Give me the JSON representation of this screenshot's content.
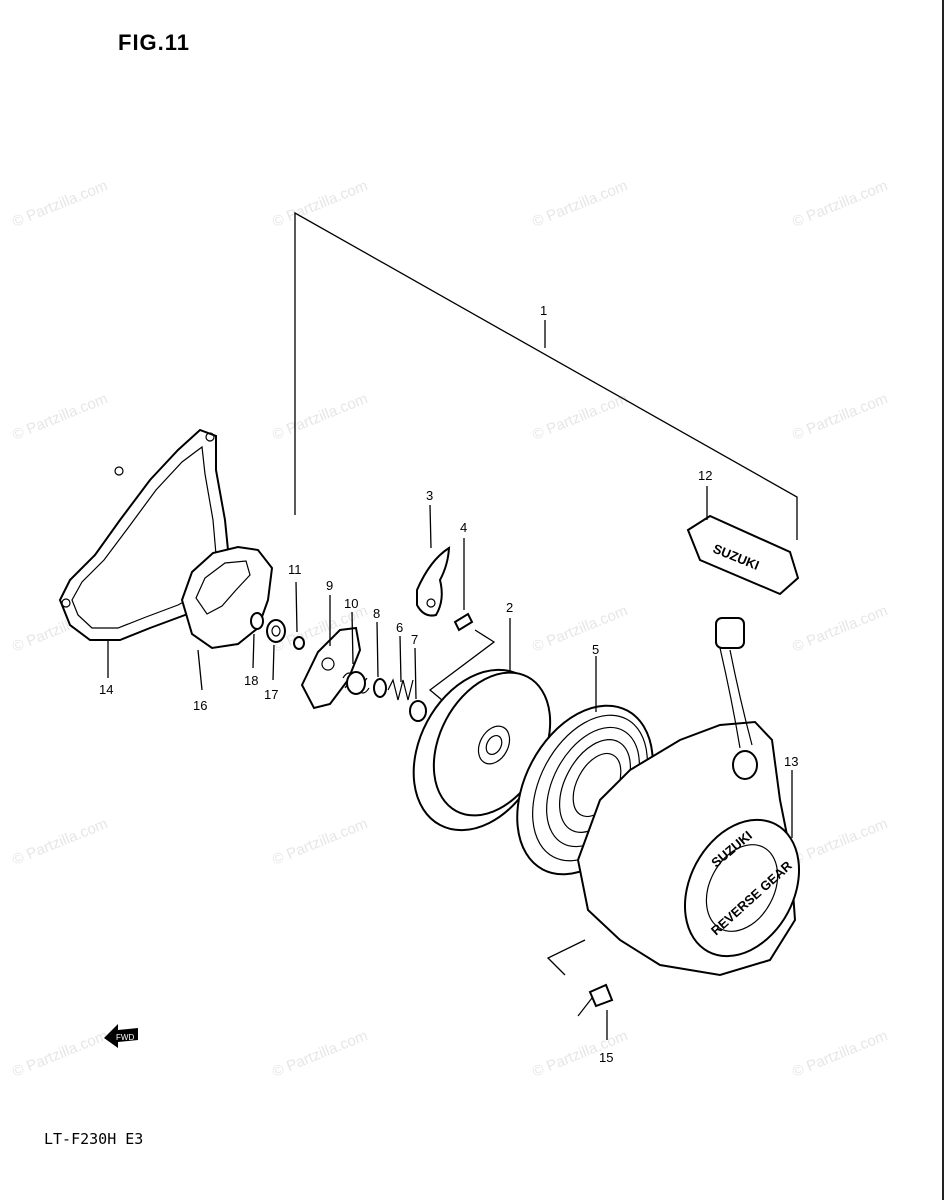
{
  "figure": {
    "title": "FIG.11",
    "model": "LT-F230H  E3"
  },
  "watermark": "© Partzilla.com",
  "callouts": [
    {
      "id": "1",
      "label": "1"
    },
    {
      "id": "2",
      "label": "2"
    },
    {
      "id": "3",
      "label": "3"
    },
    {
      "id": "4",
      "label": "4"
    },
    {
      "id": "5",
      "label": "5"
    },
    {
      "id": "6",
      "label": "6"
    },
    {
      "id": "7",
      "label": "7"
    },
    {
      "id": "8",
      "label": "8"
    },
    {
      "id": "9",
      "label": "9"
    },
    {
      "id": "10",
      "label": "10"
    },
    {
      "id": "11",
      "label": "11"
    },
    {
      "id": "12",
      "label": "12"
    },
    {
      "id": "13",
      "label": "13"
    },
    {
      "id": "14",
      "label": "14"
    },
    {
      "id": "15",
      "label": "15"
    },
    {
      "id": "16",
      "label": "16"
    },
    {
      "id": "17",
      "label": "17"
    },
    {
      "id": "18",
      "label": "18"
    }
  ],
  "handle_text": "SUZUKI",
  "cover_text_top": "SUZUKI",
  "cover_text_bottom": "REVERSE GEAR",
  "fwd_arrow": "FWD"
}
